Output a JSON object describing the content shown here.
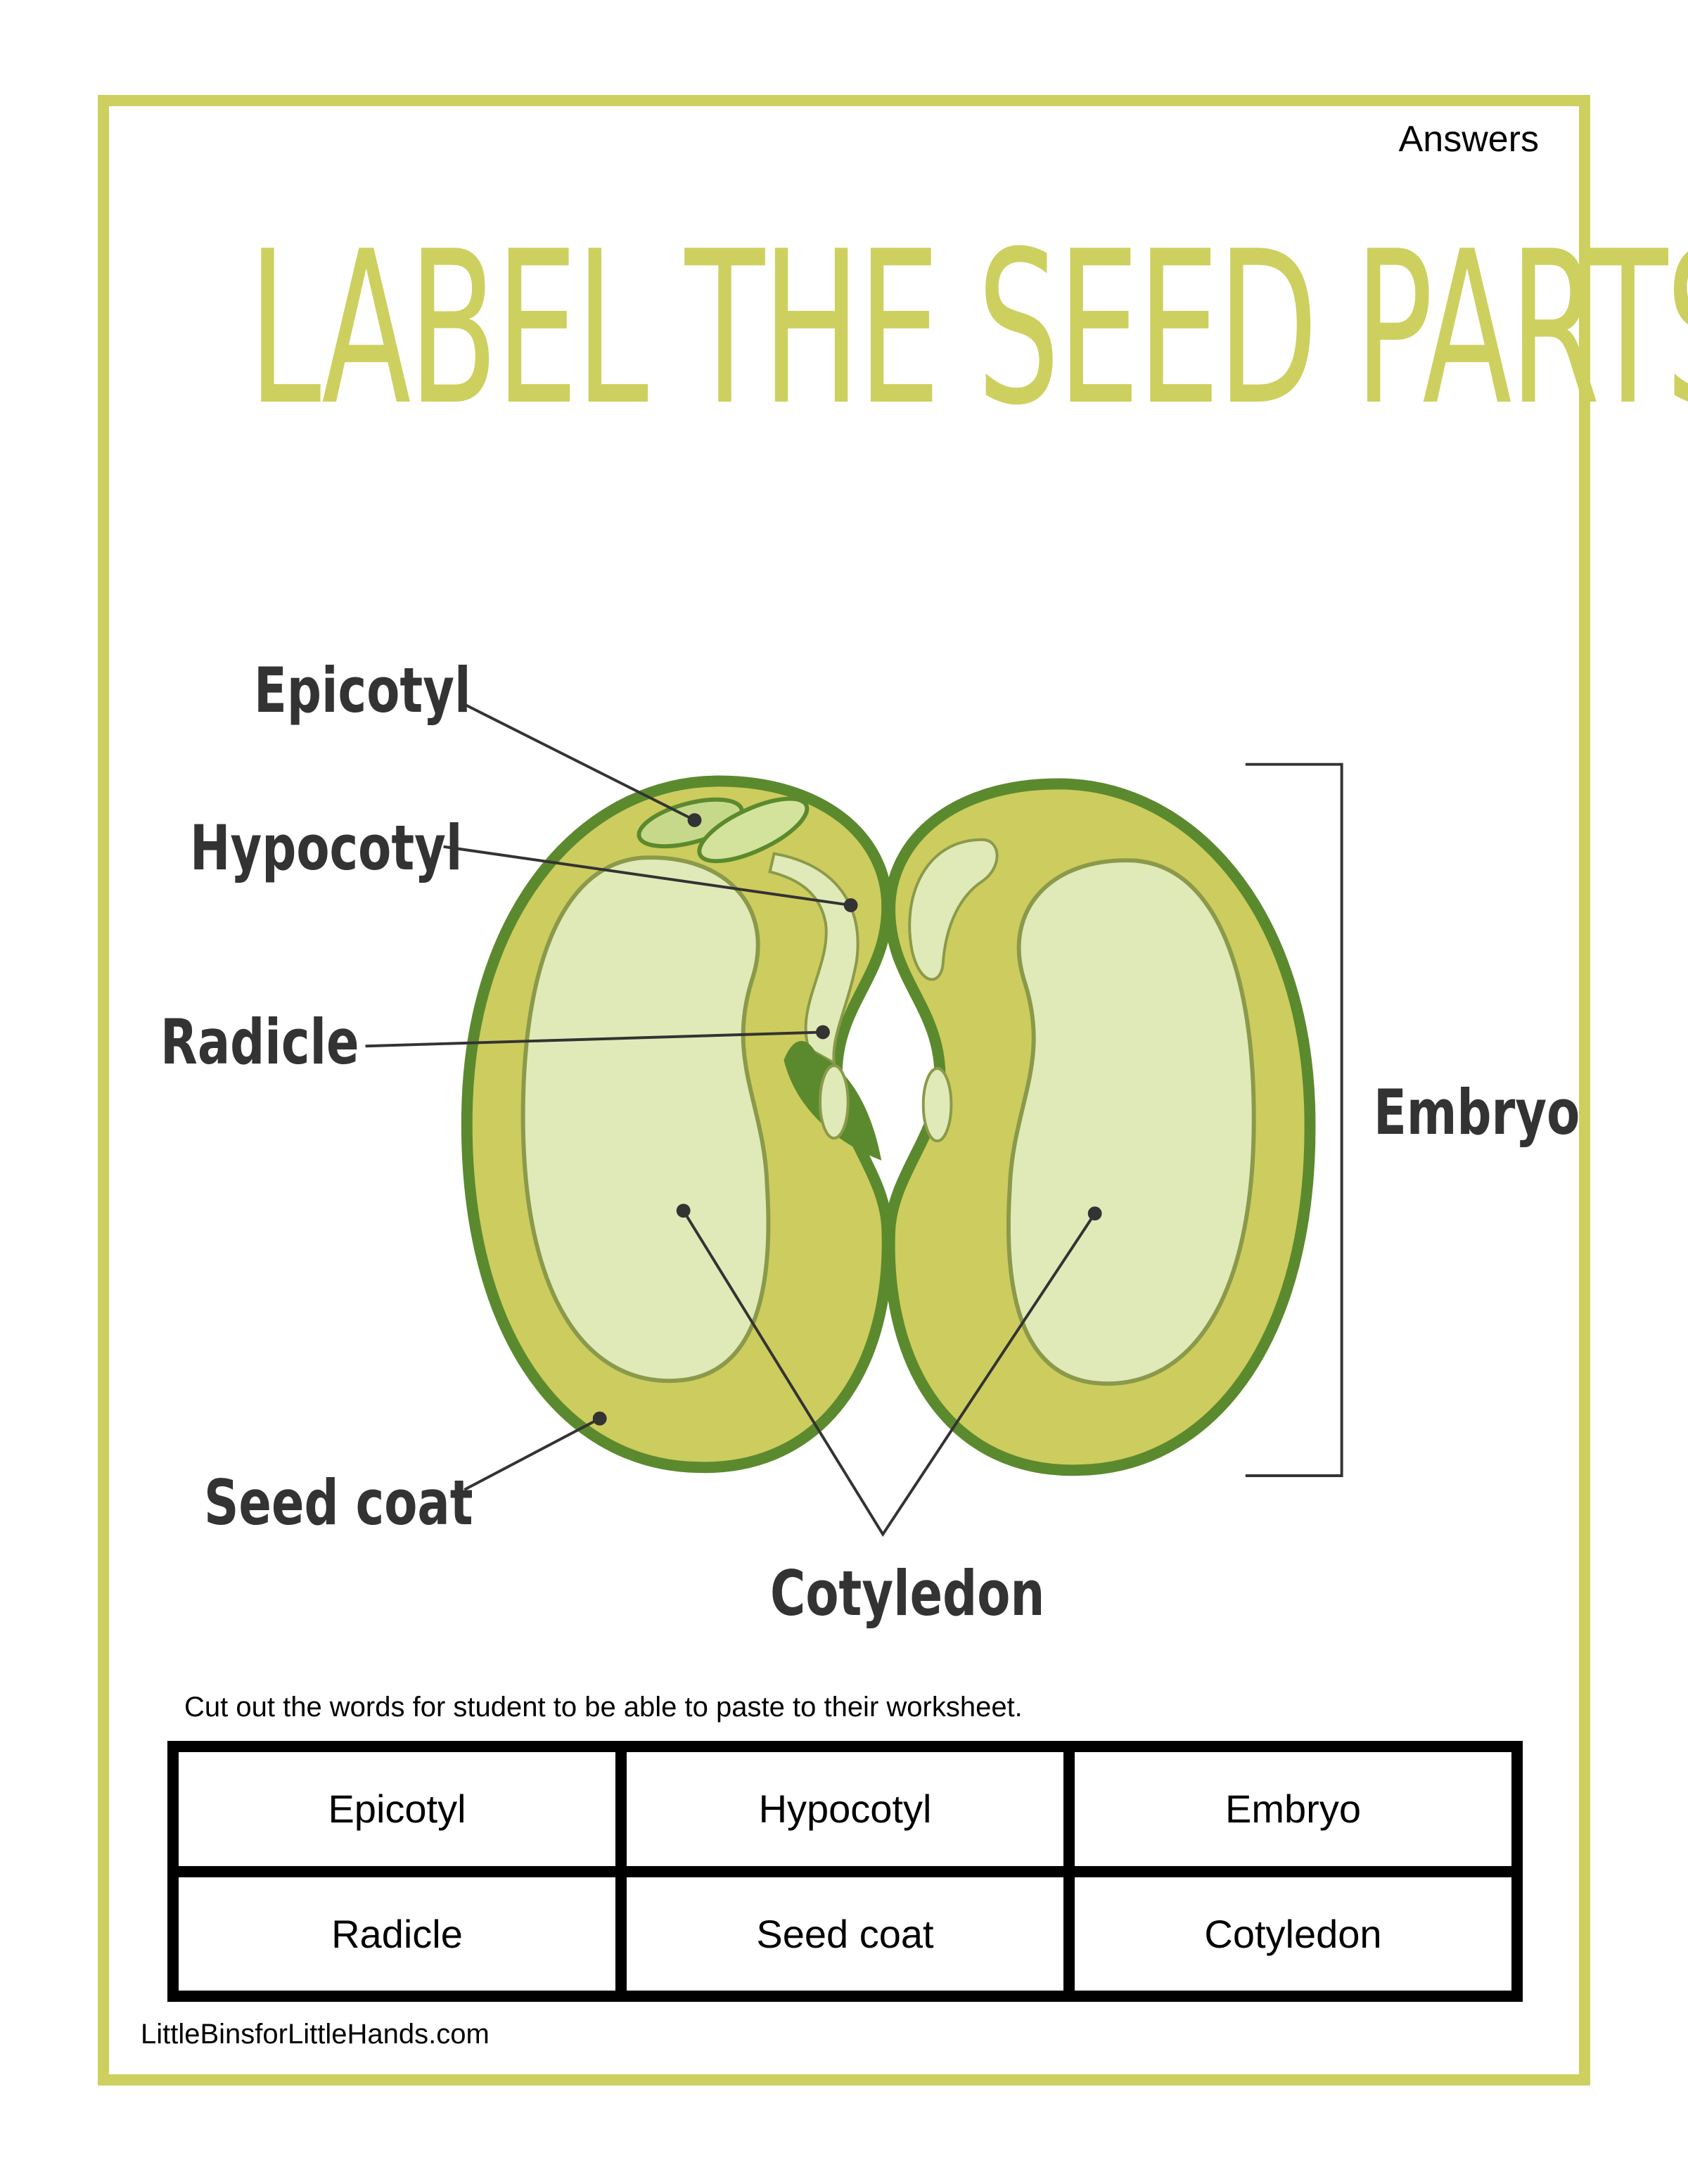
{
  "header": {
    "answers_label": "Answers",
    "title": "LABEL THE SEED PARTS"
  },
  "diagram": {
    "labels": {
      "epicotyl": "Epicotyl",
      "hypocotyl": "Hypocotyl",
      "radicle": "Radicle",
      "seed_coat": "Seed coat",
      "cotyledon": "Cotyledon",
      "embryo": "Embryo"
    },
    "colors": {
      "seed_coat": "#5b8a2e",
      "seed_body": "#cdcc5e",
      "cotyledon_inner": "#e0eab8",
      "frame": "#cdd05f"
    }
  },
  "instructions": "Cut out the words for student to be able to paste to their worksheet.",
  "word_cards": [
    "Epicotyl",
    "Hypocotyl",
    "Embryo",
    "Radicle",
    "Seed coat",
    "Cotyledon"
  ],
  "footer": "LittleBinsforLittleHands.com"
}
